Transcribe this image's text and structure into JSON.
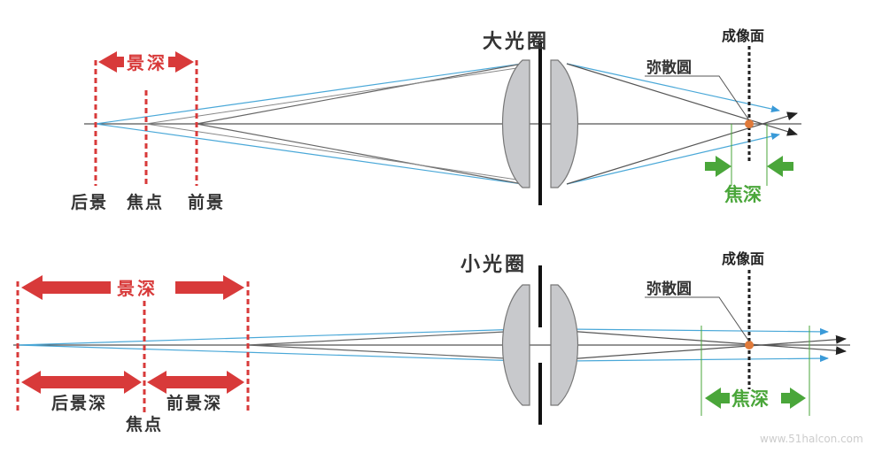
{
  "top": {
    "aperture_label": "大光圈",
    "image_plane_label": "成像面",
    "coc_label": "弥散圆",
    "dof_label": "景深",
    "focal_depth_label": "焦深",
    "background_label": "后景",
    "focus_label": "焦点",
    "foreground_label": "前景"
  },
  "bottom": {
    "aperture_label": "小光圈",
    "image_plane_label": "成像面",
    "coc_label": "弥散圆",
    "dof_label": "景深",
    "focal_depth_label": "焦深",
    "back_dof_label": "后景深",
    "front_dof_label": "前景深",
    "focus_label": "焦点"
  },
  "watermark": "www.51halcon.com",
  "colors": {
    "red": "#d83a3a",
    "green": "#4aa63a",
    "ray_blue": "#4aa8d8",
    "ray_gray": "#666666",
    "lens": "#c8c9cc",
    "coc_dot": "#e07a3a"
  }
}
